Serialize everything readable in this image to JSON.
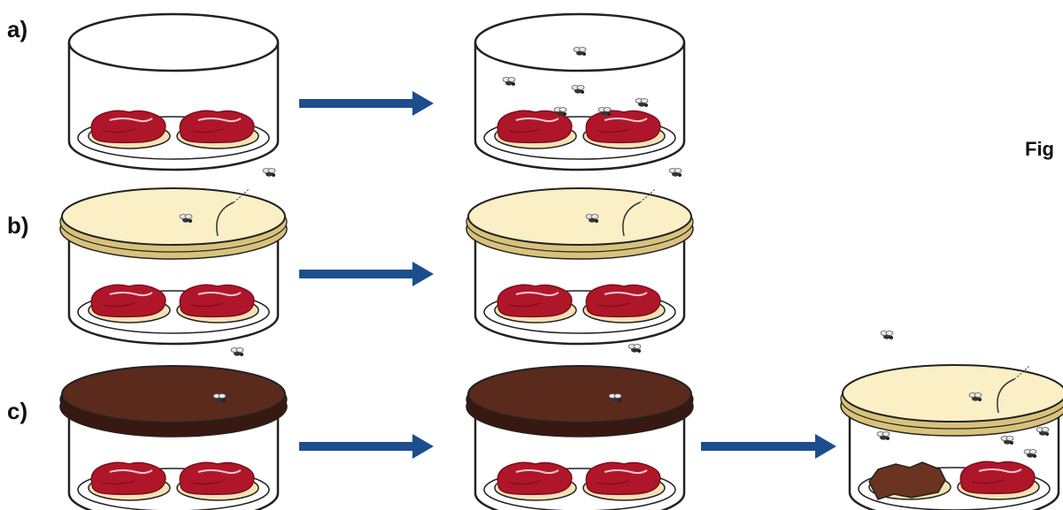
{
  "rows": [
    {
      "label": "a)",
      "cover": "none"
    },
    {
      "label": "b)",
      "cover": "gauze"
    },
    {
      "label": "c)",
      "cover": "sealed"
    }
  ],
  "figure_label": "Fig",
  "colors": {
    "meat": "#b0162a",
    "meat_dark": "#7e0d1b",
    "dish_base": "#f3e2b4",
    "gauze": "#fbefc6",
    "gauze_edge": "#d8c27c",
    "sealed_cover": "#5a2a1d",
    "sealed_edge": "#3a170f",
    "arrow": "#1c4e8e",
    "rotten_meat": "#6a3420",
    "outline": "#222222"
  },
  "icons": [
    "fly-icon",
    "arrow-right-icon",
    "jar-icon",
    "meat-icon"
  ]
}
